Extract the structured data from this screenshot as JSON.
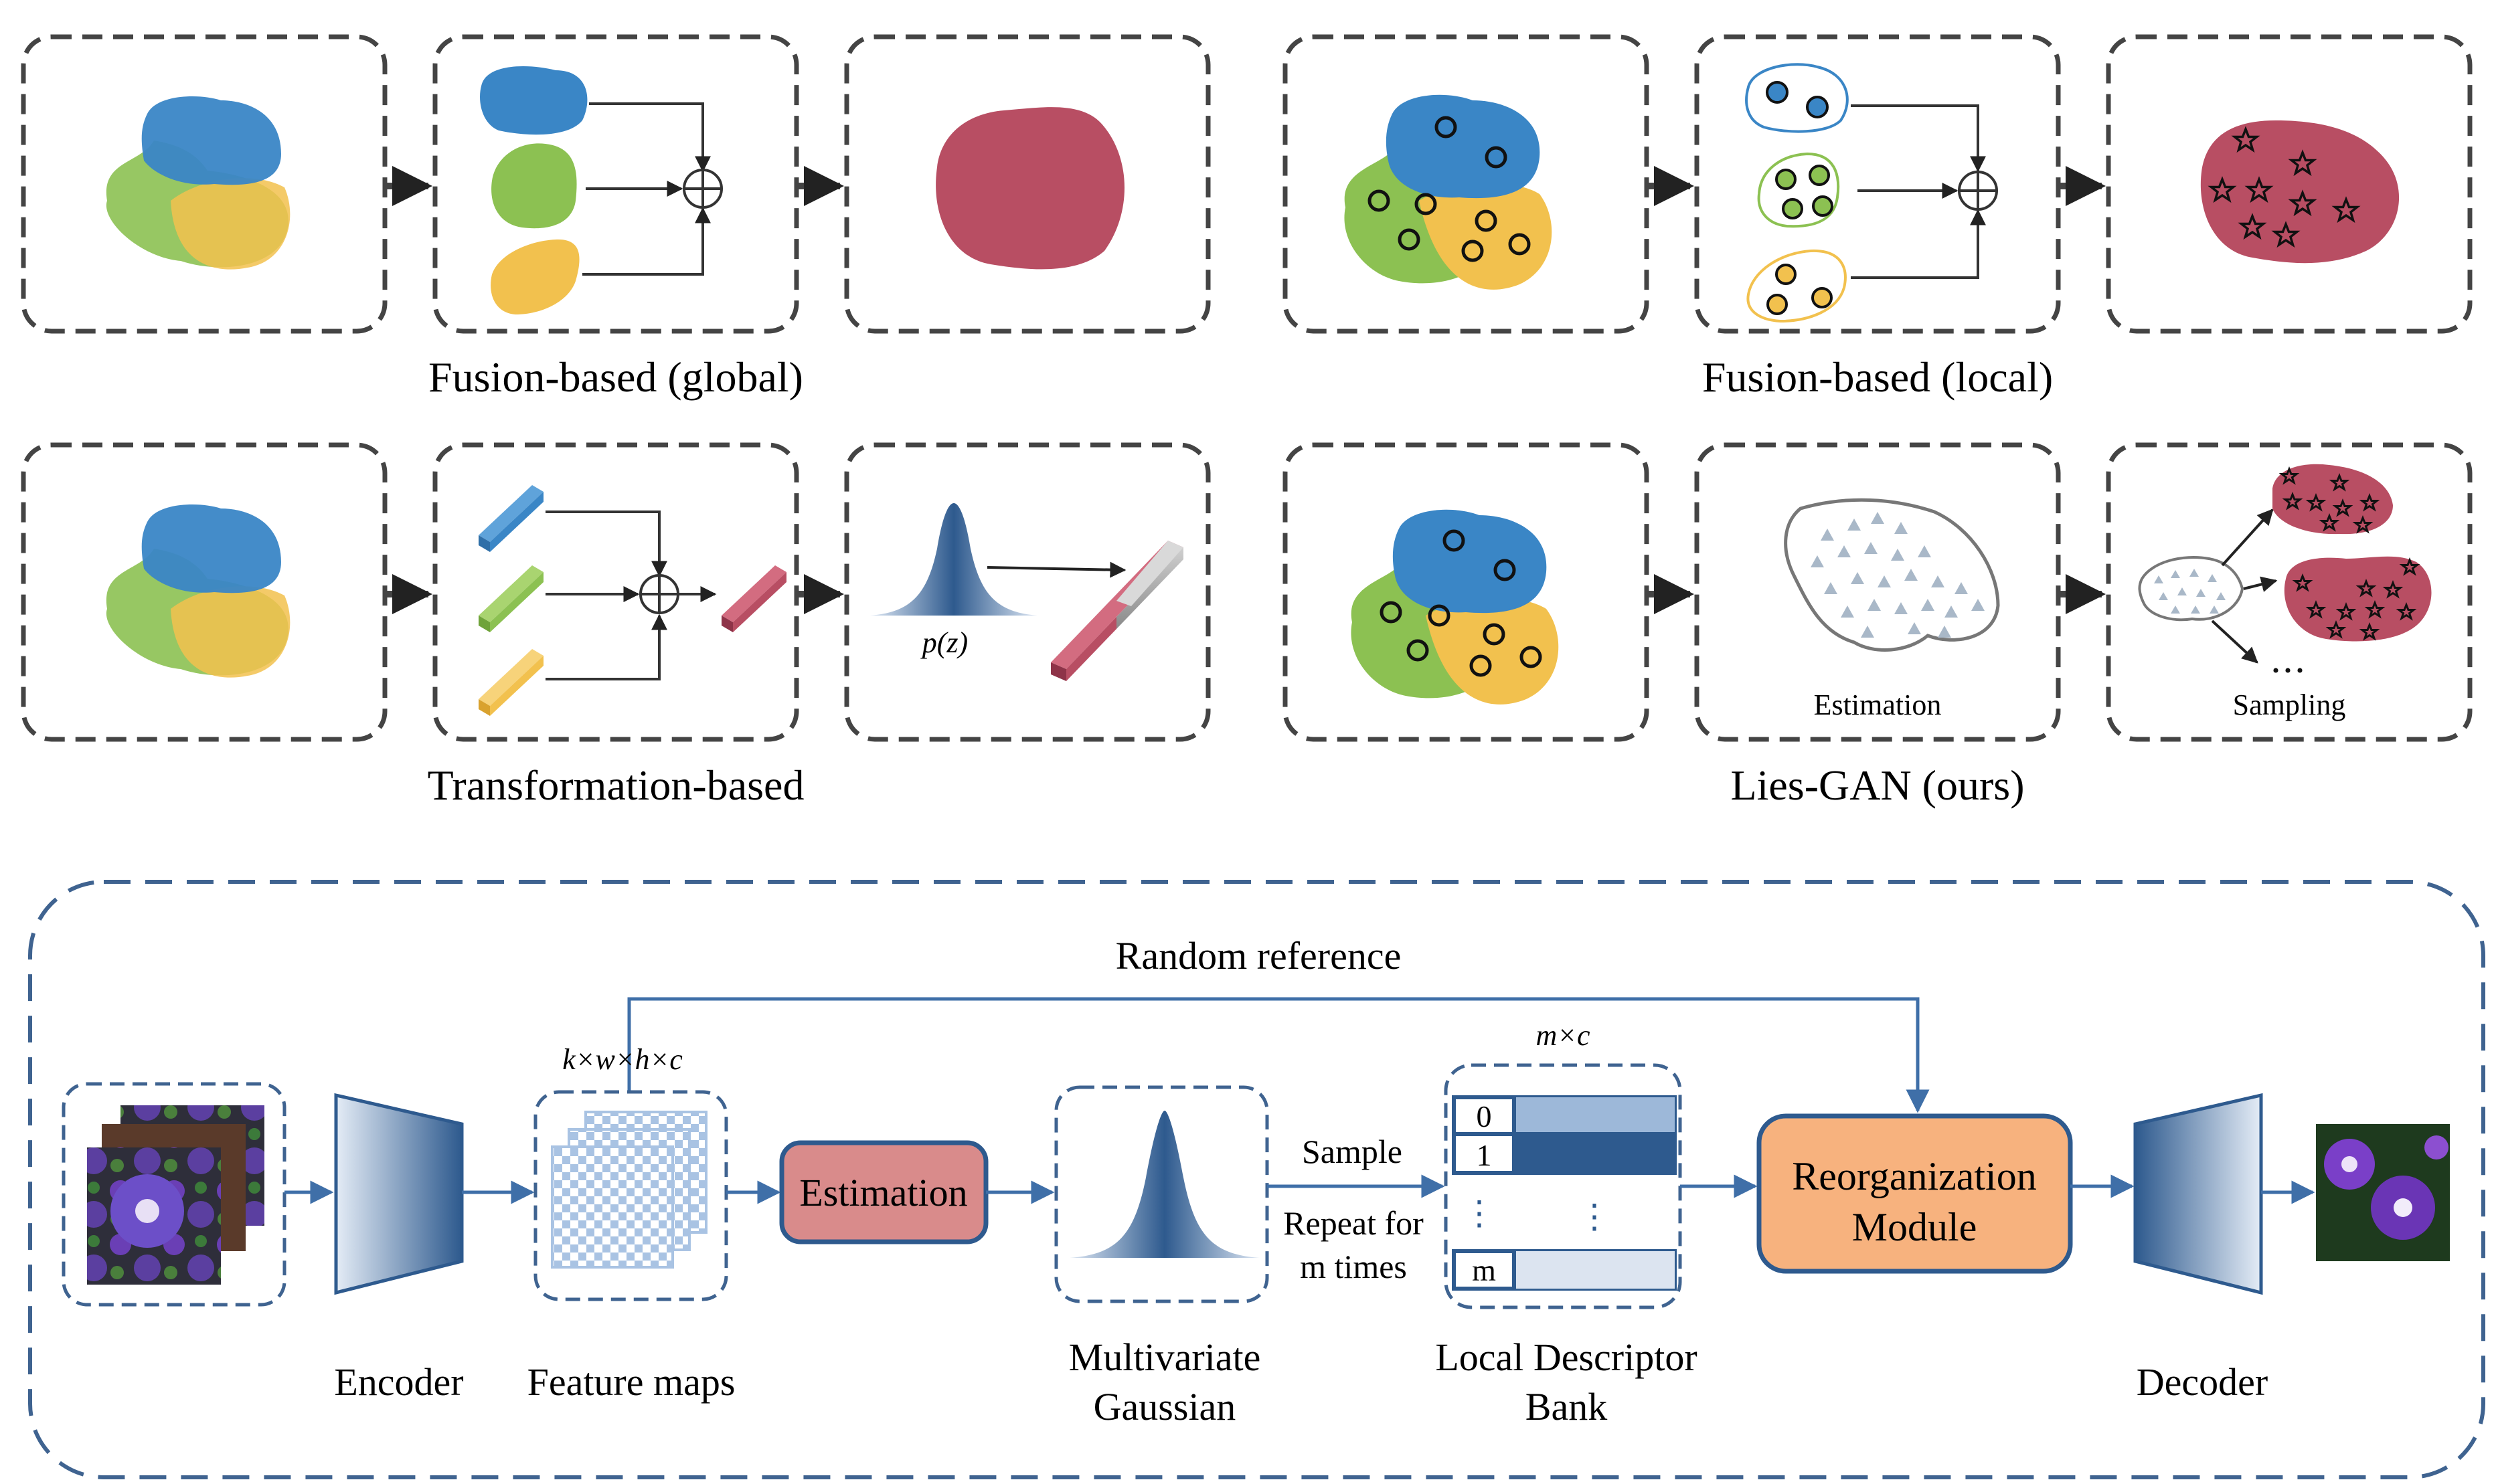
{
  "captions": {
    "global": "Fusion-based (global)",
    "local": "Fusion-based (local)",
    "transformation": "Transformation-based",
    "ours": "Lies-GAN (ours)"
  },
  "panel_labels": {
    "pz": "p(z)",
    "estimation": "Estimation",
    "sampling": "Sampling",
    "ellipsis": "• • •"
  },
  "pipeline": {
    "random_reference": "Random reference",
    "kwhc": "k×w×h×c",
    "mc": "m×c",
    "estimation_box": "Estimation",
    "sample": "Sample",
    "repeat_1": "Repeat for",
    "repeat_2": "m times",
    "bank_index": [
      "0",
      "1",
      "m"
    ],
    "vdots": "⋮",
    "reorg_1": "Reorganization",
    "reorg_2": "Module",
    "encoder": "Encoder",
    "feature_maps": "Feature maps",
    "mvg_1": "Multivariate",
    "mvg_2": "Gaussian",
    "ldb_1": "Local Descriptor",
    "ldb_2": "Bank",
    "decoder": "Decoder"
  },
  "colors": {
    "blue": "#3A86C6",
    "green": "#8CC152",
    "yellow": "#F2C14E",
    "red": "#B84E63",
    "navy": "#2E5A8E",
    "salmon": "#D98B8B",
    "orange": "#F7B27E",
    "gray_frame": "#444444"
  }
}
